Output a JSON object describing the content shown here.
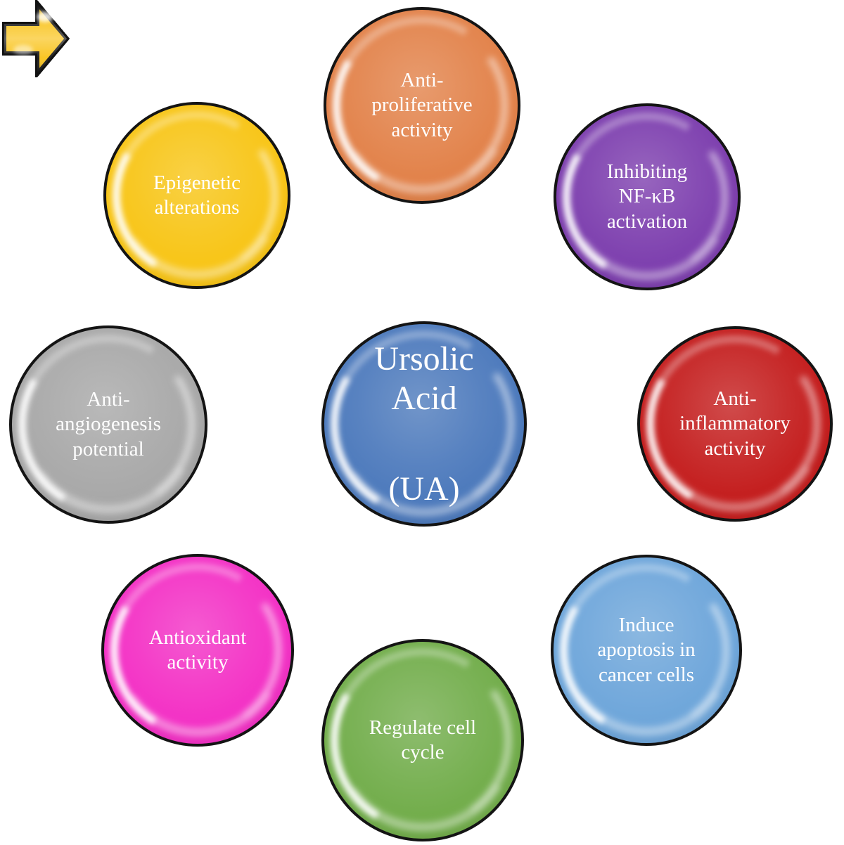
{
  "diagram": {
    "subject": "Ursolic Acid (UA) activities",
    "text_color": "#ffffff",
    "outline_color": "#141414",
    "background_color": "#ffffff"
  },
  "center_node": {
    "title_lines": "Ursolic\nAcid",
    "abbreviation": "(UA)",
    "color": "#4d7abc"
  },
  "nodes": [
    {
      "id": "anti-proliferative-activity",
      "label": "Anti-\nproliferative\nactivity",
      "color": "#e2824a",
      "position": "top"
    },
    {
      "id": "inhibiting-nf-kb-activation",
      "label": "Inhibiting\nNF-κB\nactivation",
      "color": "#7d3fae",
      "position": "top-right"
    },
    {
      "id": "anti-inflammatory-activity",
      "label": "Anti-\ninflammatory\nactivity",
      "color": "#c41e1e",
      "position": "right"
    },
    {
      "id": "induce-apoptosis-in-cancer-cells",
      "label": "Induce\napoptosis in\ncancer cells",
      "color": "#6ea6da",
      "position": "bottom-right"
    },
    {
      "id": "regulate-cell-cycle",
      "label": "Regulate cell\ncycle",
      "color": "#72ad4b",
      "position": "bottom"
    },
    {
      "id": "antioxidant-activity",
      "label": "Antioxidant\nactivity",
      "color": "#f331c5",
      "position": "bottom-left"
    },
    {
      "id": "anti-angiogenesis-potential",
      "label": "Anti-\nangiogenesis\npotential",
      "color": "#a8a8a8",
      "position": "left"
    },
    {
      "id": "epigenetic-alterations",
      "label": "Epigenetic\nalterations",
      "color": "#f8c517",
      "position": "top-left"
    }
  ],
  "arrows": [
    {
      "direction": "up",
      "target": "anti-proliferative-activity",
      "color": "#e58747"
    },
    {
      "direction": "upper-right",
      "target": "inhibiting-nf-kb-activation",
      "color": "#8449b9"
    },
    {
      "direction": "right",
      "target": "anti-inflammatory-activity",
      "color": "#c81f1f"
    },
    {
      "direction": "lower-right",
      "target": "induce-apoptosis-in-cancer-cells",
      "color": "#85b4e4"
    },
    {
      "direction": "down",
      "target": "regulate-cell-cycle",
      "color": "#84bd60"
    },
    {
      "direction": "lower-left",
      "target": "antioxidant-activity",
      "color": "#f84bd0"
    },
    {
      "direction": "left",
      "target": "anti-angiogenesis-potential",
      "color": "#adadad"
    },
    {
      "direction": "upper-left",
      "target": "epigenetic-alterations",
      "color": "#f9c216"
    }
  ]
}
